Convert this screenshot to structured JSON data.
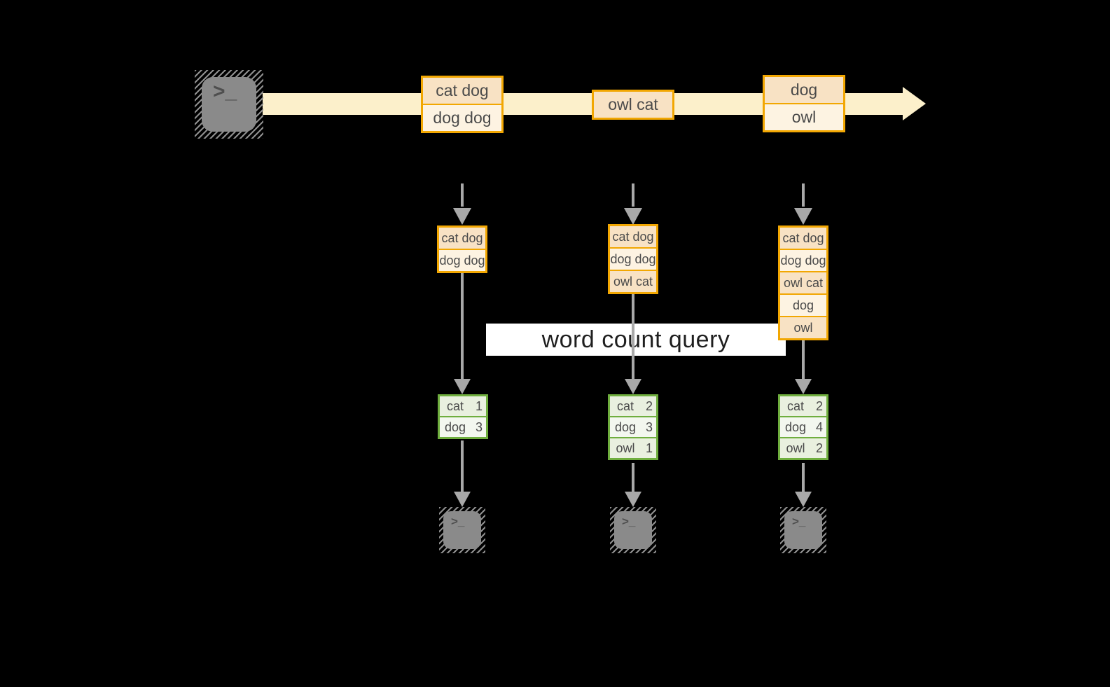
{
  "banner": {
    "label": "word count query"
  },
  "source_terminal": {
    "prompt": ">_"
  },
  "stream": {
    "events": [
      {
        "rows": [
          "cat dog",
          "dog dog"
        ]
      },
      {
        "rows": [
          "owl cat"
        ]
      },
      {
        "rows": [
          "dog",
          "owl"
        ]
      }
    ]
  },
  "windows": [
    {
      "rows": [
        "cat dog",
        "dog dog"
      ]
    },
    {
      "rows": [
        "cat dog",
        "dog dog",
        "owl cat"
      ]
    },
    {
      "rows": [
        "cat dog",
        "dog dog",
        "owl cat",
        "dog",
        "owl"
      ]
    }
  ],
  "tables": [
    {
      "rows": [
        {
          "word": "cat",
          "count": "1"
        },
        {
          "word": "dog",
          "count": "3"
        }
      ]
    },
    {
      "rows": [
        {
          "word": "cat",
          "count": "2"
        },
        {
          "word": "dog",
          "count": "3"
        },
        {
          "word": "owl",
          "count": "1"
        }
      ]
    },
    {
      "rows": [
        {
          "word": "cat",
          "count": "2"
        },
        {
          "word": "dog",
          "count": "4"
        },
        {
          "word": "owl",
          "count": "2"
        }
      ]
    }
  ],
  "sinks": [
    {
      "prompt": ">_"
    },
    {
      "prompt": ">_"
    },
    {
      "prompt": ">_"
    }
  ],
  "colors": {
    "background": "#000000",
    "stream_band": "#FCF0CB",
    "event_border": "#F2A702",
    "event_fill_dark": "#F8E2C4",
    "event_fill_light": "#FDF3E2",
    "table_border": "#6FAE3E",
    "table_fill_dark": "#E9F0DF",
    "table_fill_light": "#F3F7EF",
    "arrow_gray": "#A8A8A8",
    "terminal_gray": "#8A8A8A",
    "banner_bg": "#FFFFFF"
  }
}
